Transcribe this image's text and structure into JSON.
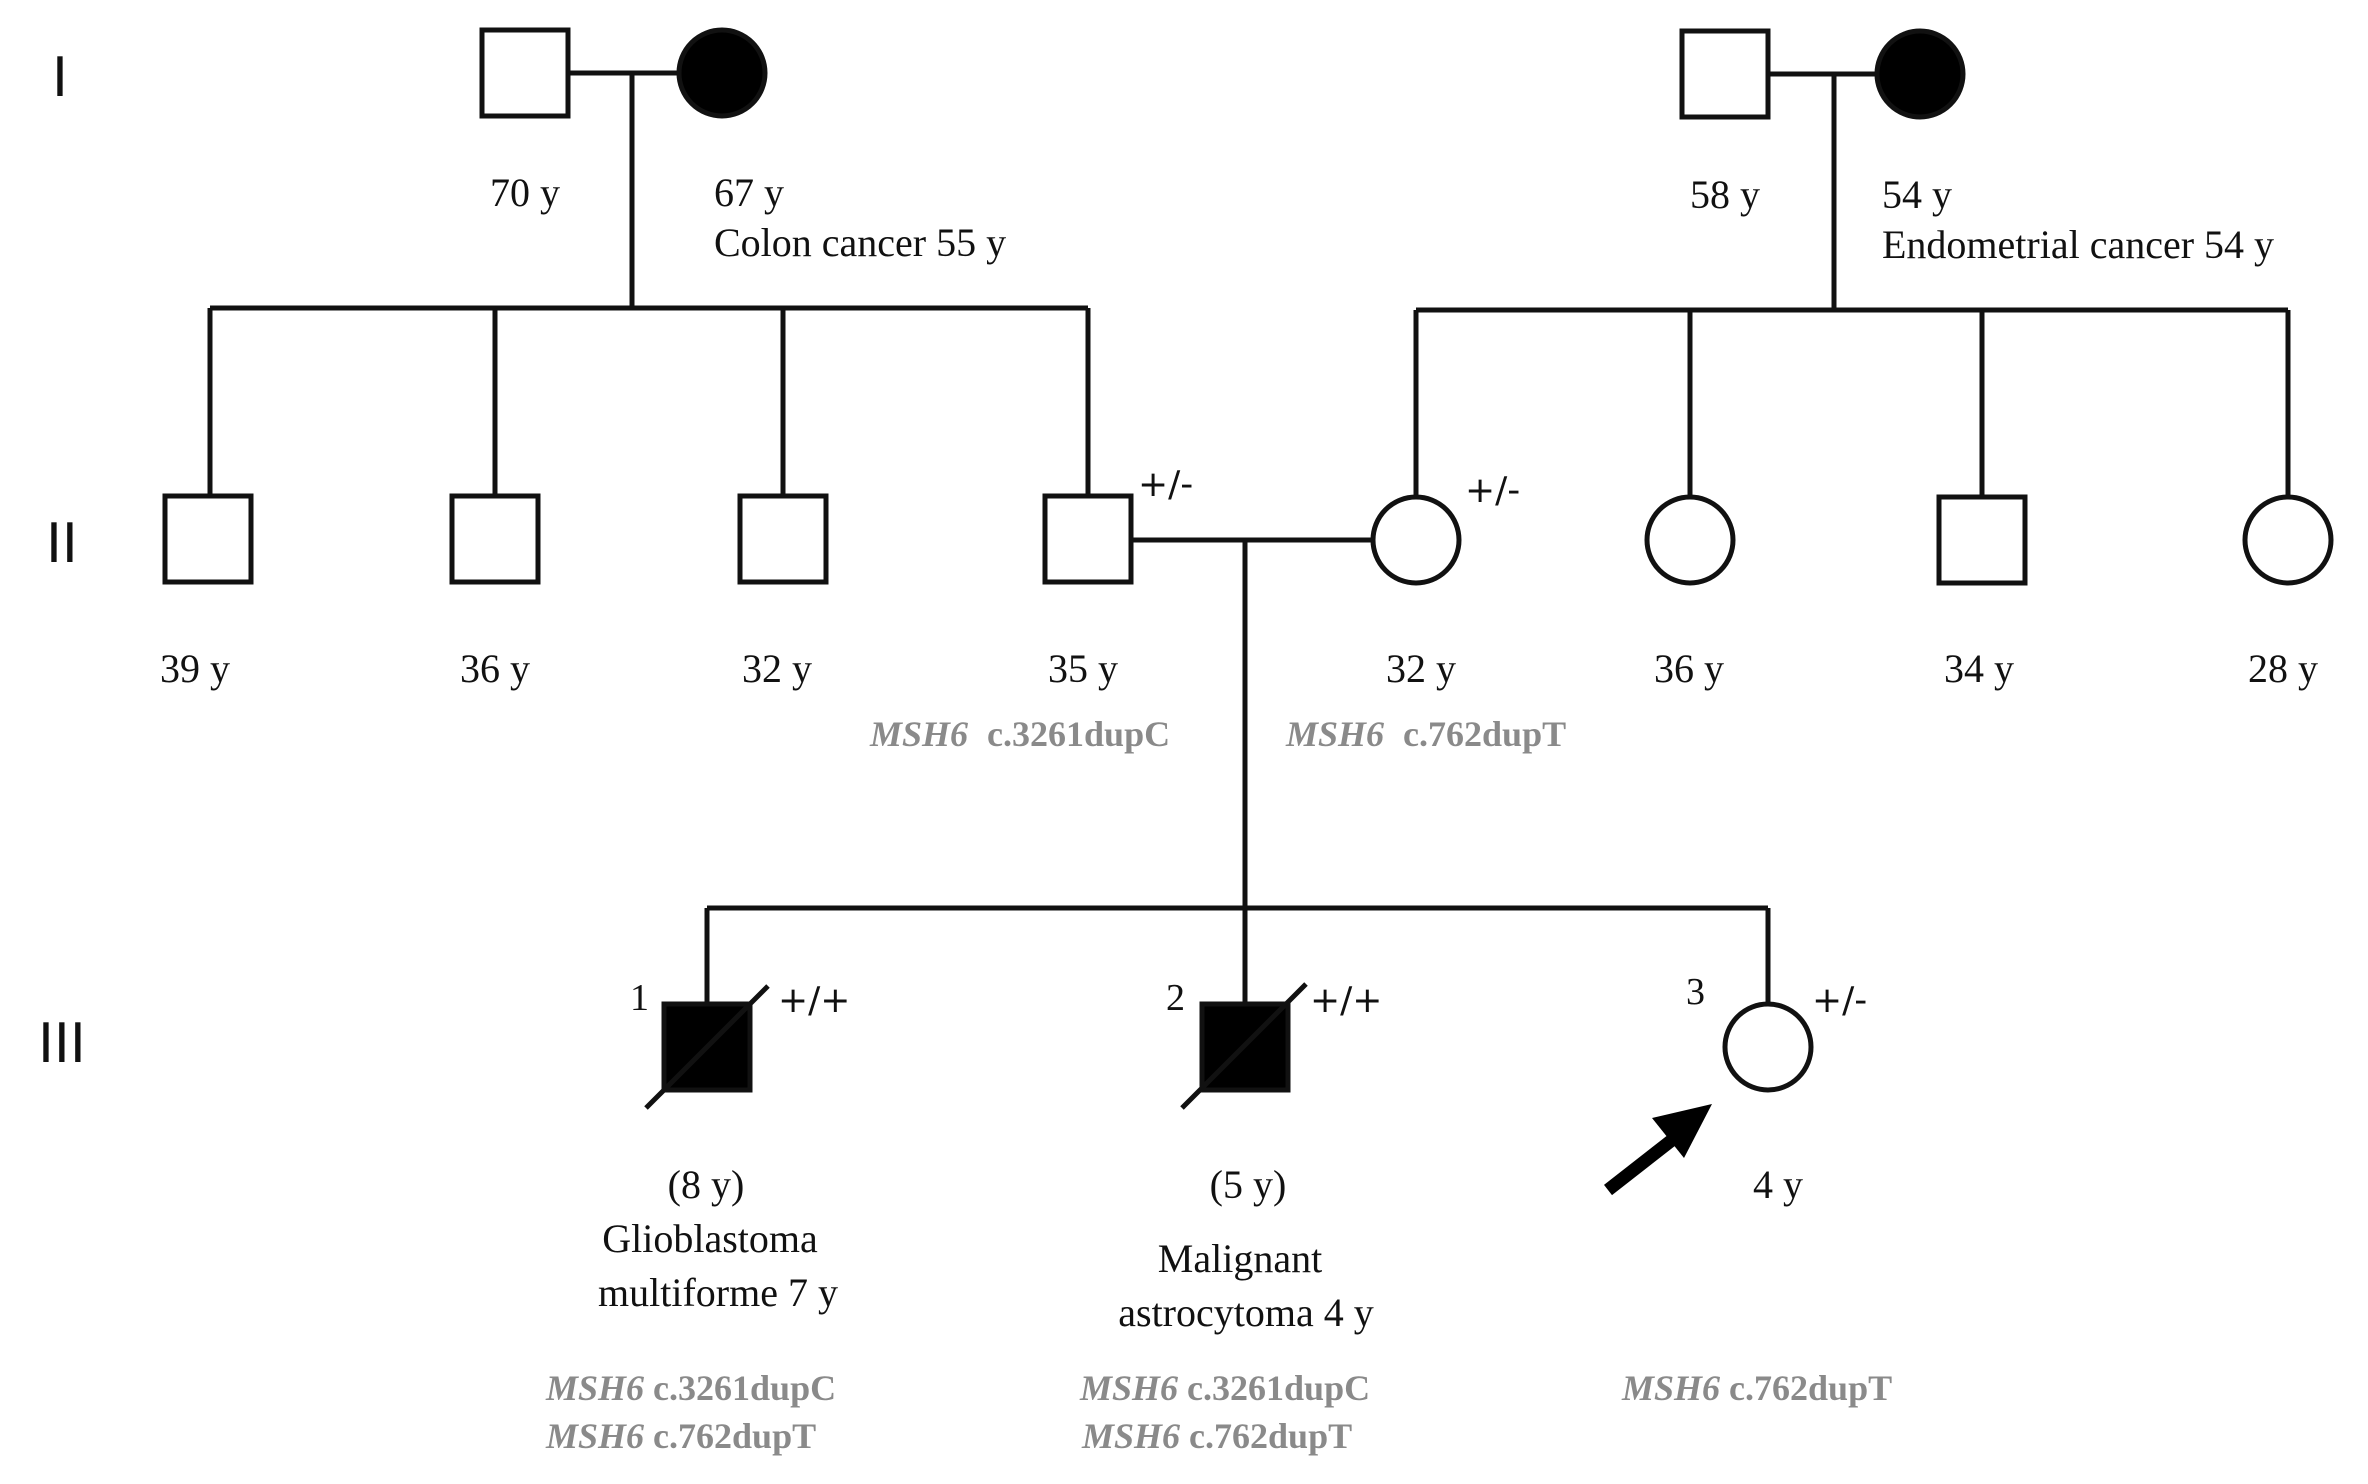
{
  "generations": [
    "I",
    "II",
    "III"
  ],
  "individuals": {
    "I_father_left": {
      "age": "70 y"
    },
    "I_mother_left": {
      "age": "67 y",
      "note": "Colon cancer 55 y",
      "affected": true
    },
    "I_father_right": {
      "age": "58 y"
    },
    "I_mother_right": {
      "age": "54 y",
      "note": "Endometrial cancer 54 y",
      "affected": true
    },
    "II_1": {
      "age": "39 y"
    },
    "II_2": {
      "age": "36 y"
    },
    "II_3": {
      "age": "32 y"
    },
    "II_father": {
      "age": "35 y",
      "genotype": "+/-",
      "mutation_gene": "MSH6",
      "mutation": "c.3261dupC"
    },
    "II_mother": {
      "age": "32 y",
      "genotype": "+/-",
      "mutation_gene": "MSH6",
      "mutation": "c.762dupT"
    },
    "II_6": {
      "age": "36 y"
    },
    "II_7": {
      "age": "34 y"
    },
    "II_8": {
      "age": "28 y"
    },
    "III_1": {
      "number": "1",
      "genotype": "+/+",
      "age": "(8 y)",
      "note_line1": "Glioblastoma",
      "note_line2": "multiforme 7 y",
      "mutations": [
        {
          "gene": "MSH6",
          "variant": "c.3261dupC"
        },
        {
          "gene": "MSH6",
          "variant": "c.762dupT"
        }
      ],
      "affected": true,
      "deceased": true
    },
    "III_2": {
      "number": "2",
      "genotype": "+/+",
      "age": "(5 y)",
      "note_line1": "Malignant",
      "note_line2": "astrocytoma 4 y",
      "mutations": [
        {
          "gene": "MSH6",
          "variant": "c.3261dupC"
        },
        {
          "gene": "MSH6",
          "variant": "c.762dupT"
        }
      ],
      "affected": true,
      "deceased": true
    },
    "III_3": {
      "number": "3",
      "genotype": "+/-",
      "age": "4 y",
      "mutations": [
        {
          "gene": "MSH6",
          "variant": "c.762dupT"
        }
      ],
      "proband": true
    }
  }
}
